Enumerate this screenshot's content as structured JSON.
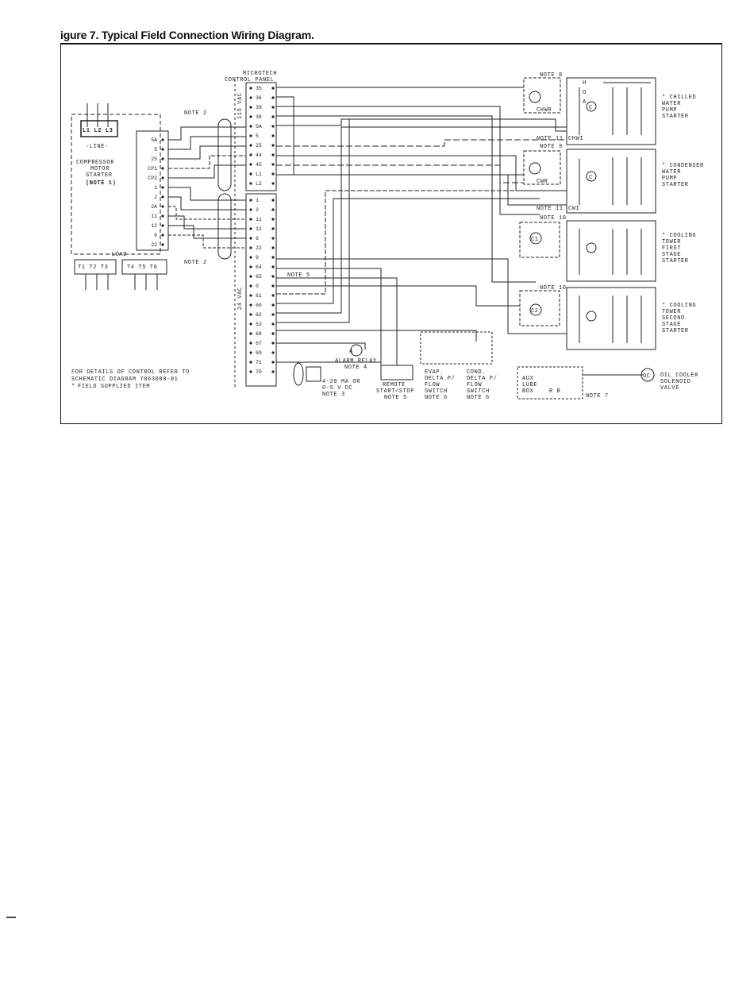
{
  "caption": "igure 7. Typical Field Connection Wiring Diagram.",
  "panel": {
    "title_line1": "MICROTECH",
    "title_line2": "CONTROL PANEL",
    "vac115": "115 VAC",
    "vac24": "24 VAC",
    "terminals_115": [
      "35",
      "36",
      "39",
      "38",
      "5A",
      "5",
      "25",
      "44",
      "45",
      "L1",
      "L2"
    ],
    "terminals_24": [
      "1",
      "2",
      "11",
      "12",
      "6",
      "22",
      "9",
      "64",
      "65",
      "0",
      "61",
      "60",
      "62",
      "53",
      "68",
      "67",
      "69",
      "71",
      "70"
    ]
  },
  "starter": {
    "line_terms": "L1 L2 L3",
    "line_label": "-LINE-",
    "title1": "COMPRESSOR",
    "title2": "MOTOR",
    "title3": "STARTER",
    "note": "(NOTE 1)",
    "terminals": [
      "5A",
      "5",
      "25",
      "CP1",
      "CP2",
      "1",
      "2",
      "2A",
      "11",
      "12",
      "6",
      "22"
    ],
    "load_label": "-LOAD-",
    "load_terms_a": "T1 T2 T3",
    "load_terms_b": "T4 T5 T6"
  },
  "notes": {
    "note2_top": "NOTE 2",
    "note2_bottom": "NOTE 2",
    "note5": "NOTE 5",
    "note8": "NOTE 8",
    "note9": "NOTE 9",
    "note10a": "NOTE 10",
    "note10b": "NOTE 10",
    "note11a": "NOTE 11",
    "note11b": "NOTE 11",
    "chwi": "CHWI",
    "cwi": "CWI",
    "chwr": "CHWR",
    "cwr": "CWR"
  },
  "pump_starters": [
    {
      "lines": [
        "CHILLED",
        "WATER",
        "PUMP",
        "STARTER"
      ]
    },
    {
      "lines": [
        "CONDENSER",
        "WATER",
        "PUMP",
        "STARTER"
      ]
    },
    {
      "lines": [
        "COOLING",
        "TOWER",
        "FIRST",
        "STAGE",
        "STARTER"
      ]
    },
    {
      "lines": [
        "COOLING",
        "TOWER",
        "SECOND",
        "STAGE",
        "STARTER"
      ]
    }
  ],
  "hoa": [
    "H",
    "O",
    "A"
  ],
  "contacts": {
    "c": "C",
    "c1": "C1",
    "c2": "C2"
  },
  "field_devices": {
    "alarm_relay": "ALARM RELAY",
    "alarm_note": "NOTE 4",
    "alarm_symbol": "A",
    "ma_line1": "4-20 MA OR",
    "ma_line2": "0-5 V DC",
    "ma_note": "NOTE 3",
    "remote_line1": "REMOTE",
    "remote_line2": "START/STOP",
    "remote_note": "NOTE 5",
    "evap_line1": "EVAP.",
    "evap_line2": "DELTA P/",
    "evap_line3": "FLOW",
    "evap_line4": "SWITCH",
    "evap_note": "NOTE 6",
    "cond_line1": "COND.",
    "cond_line2": "DELTA P/",
    "cond_line3": "FLOW",
    "cond_line4": "SWITCH",
    "cond_note": "NOTE 6",
    "aux_line1": "AUX",
    "aux_line2": "LUBE",
    "aux_line3": "BOX",
    "aux_terms": "R  B",
    "aux_note": "NOTE 7",
    "oil_line1": "OIL COOLER",
    "oil_line2": "SOLENOID",
    "oil_line3": "VALVE",
    "oil_symbol": "OC"
  },
  "footnote1": "FOR DETAILS OF CONTROL REFER TO",
  "footnote2": "SCHEMATIC DIAGRAM 7063080-01",
  "footnote3": "FIELD SUPPLIED ITEM",
  "star": "*"
}
